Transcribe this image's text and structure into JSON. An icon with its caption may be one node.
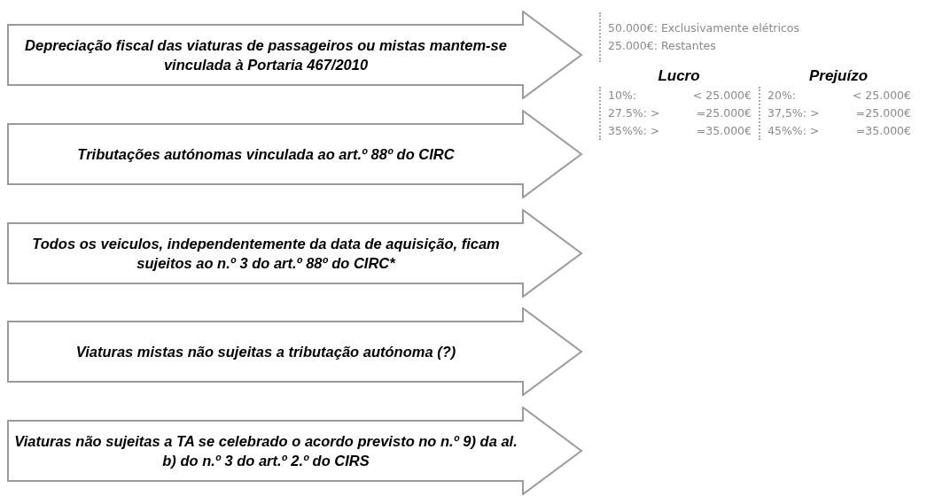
{
  "diagram": {
    "nodes": [
      {
        "text": [
          "Depreciação fiscal das viaturas de passageiros ou mistas mantem-se vinculada à Portaria 467/2010"
        ],
        "beside": [
          "50.000€: Exclusivamente elétricos",
          "25.000€: Restantes"
        ]
      },
      {
        "text": [
          "Tributações autónomas vinculada ao art.º 88º do CIRC"
        ]
      },
      {
        "text": [
          "Todos os veiculos, independentemente da data de aquisição, ficam sujeitos ao n.º 3 do art.º 88º do CIRC*"
        ]
      },
      {
        "text": [
          "Viaturas mistas não sujeitas a tributação autónoma (?)"
        ]
      },
      {
        "text": [
          "Viaturas não sujeitas a TA se celebrado o acordo previsto no n.º 9) da al. b) do n.º 3 do art.º 2.º do CIRS"
        ]
      }
    ],
    "labels": [
      "Lucro",
      "Prejuízo",
      "10%:",
      "< 25.000€",
      "20%:",
      "< 25.000€",
      "27.5%: >",
      "=25.000€",
      "37,5%: >",
      "=25.000€",
      "35%%: >",
      "=35.000€",
      "45%%: >",
      "=35.000€"
    ]
  }
}
